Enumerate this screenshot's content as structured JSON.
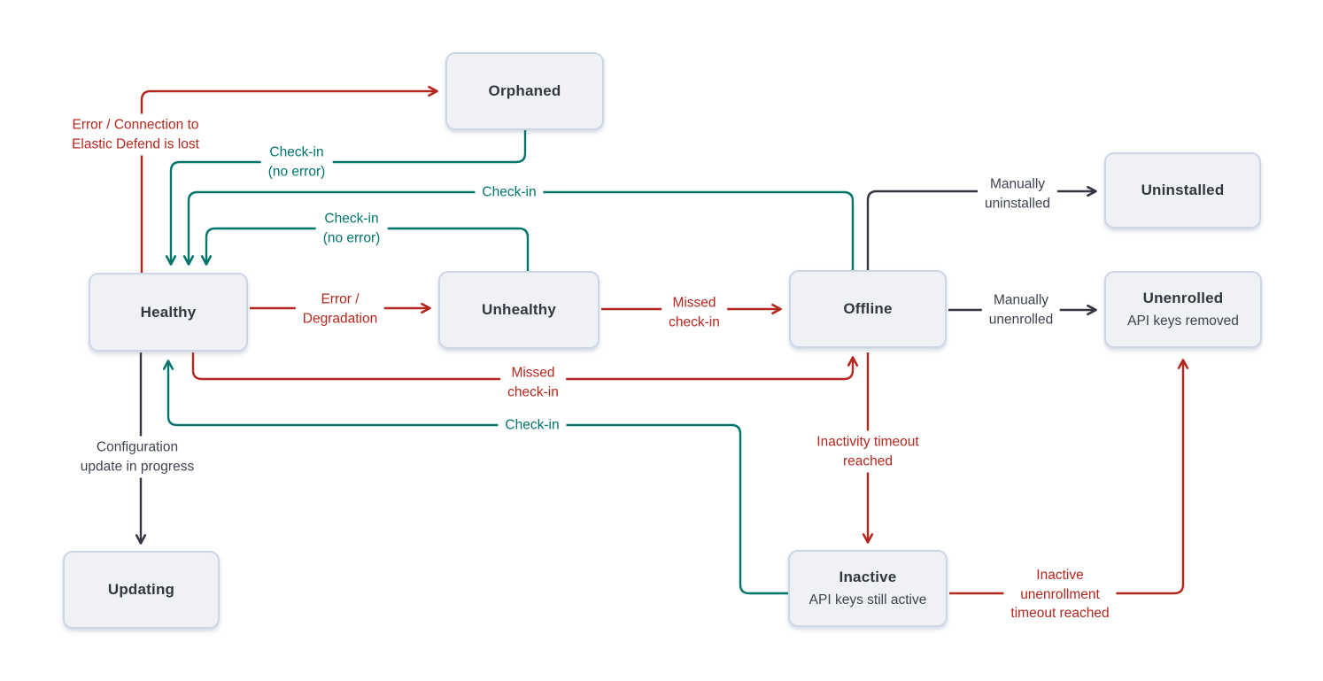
{
  "colors": {
    "red": "#b4271e",
    "teal": "#00756b",
    "dark": "#343741",
    "node_bg": "#f0f1f4",
    "node_border": "#ccd6e4",
    "background": "#ffffff"
  },
  "nodes": [
    {
      "id": "orphaned",
      "label": "Orphaned",
      "sublabel": ""
    },
    {
      "id": "uninstalled",
      "label": "Uninstalled",
      "sublabel": ""
    },
    {
      "id": "healthy",
      "label": "Healthy",
      "sublabel": ""
    },
    {
      "id": "unhealthy",
      "label": "Unhealthy",
      "sublabel": ""
    },
    {
      "id": "offline",
      "label": "Offline",
      "sublabel": ""
    },
    {
      "id": "unenrolled",
      "label": "Unenrolled",
      "sublabel": "API keys removed"
    },
    {
      "id": "updating",
      "label": "Updating",
      "sublabel": ""
    },
    {
      "id": "inactive",
      "label": "Inactive",
      "sublabel": "API keys still active"
    }
  ],
  "edges": [
    {
      "from": "healthy",
      "to": "orphaned",
      "color": "red",
      "label": "Error / Connection to\nElastic Defend is lost"
    },
    {
      "from": "orphaned",
      "to": "healthy",
      "color": "teal",
      "label": "Check-in\n(no error)"
    },
    {
      "from": "offline",
      "to": "healthy",
      "color": "teal",
      "label": "Check-in"
    },
    {
      "from": "unhealthy",
      "to": "healthy",
      "color": "teal",
      "label": "Check-in\n(no error)"
    },
    {
      "from": "healthy",
      "to": "unhealthy",
      "color": "red",
      "label": "Error /\nDegradation"
    },
    {
      "from": "unhealthy",
      "to": "offline",
      "color": "red",
      "label": "Missed\ncheck-in"
    },
    {
      "from": "offline",
      "to": "uninstalled",
      "color": "dark",
      "label": "Manually\nuninstalled"
    },
    {
      "from": "offline",
      "to": "unenrolled",
      "color": "dark",
      "label": "Manually\nunenrolled"
    },
    {
      "from": "healthy",
      "to": "offline",
      "color": "red",
      "label": "Missed\ncheck-in"
    },
    {
      "from": "inactive",
      "to": "healthy",
      "color": "teal",
      "label": "Check-in"
    },
    {
      "from": "offline",
      "to": "inactive",
      "color": "red",
      "label": "Inactivity timeout\nreached"
    },
    {
      "from": "healthy",
      "to": "updating",
      "color": "dark",
      "label": "Configuration\nupdate in progress"
    },
    {
      "from": "inactive",
      "to": "unenrolled",
      "color": "red",
      "label": "Inactive\nunenrollment\ntimeout reached"
    }
  ]
}
